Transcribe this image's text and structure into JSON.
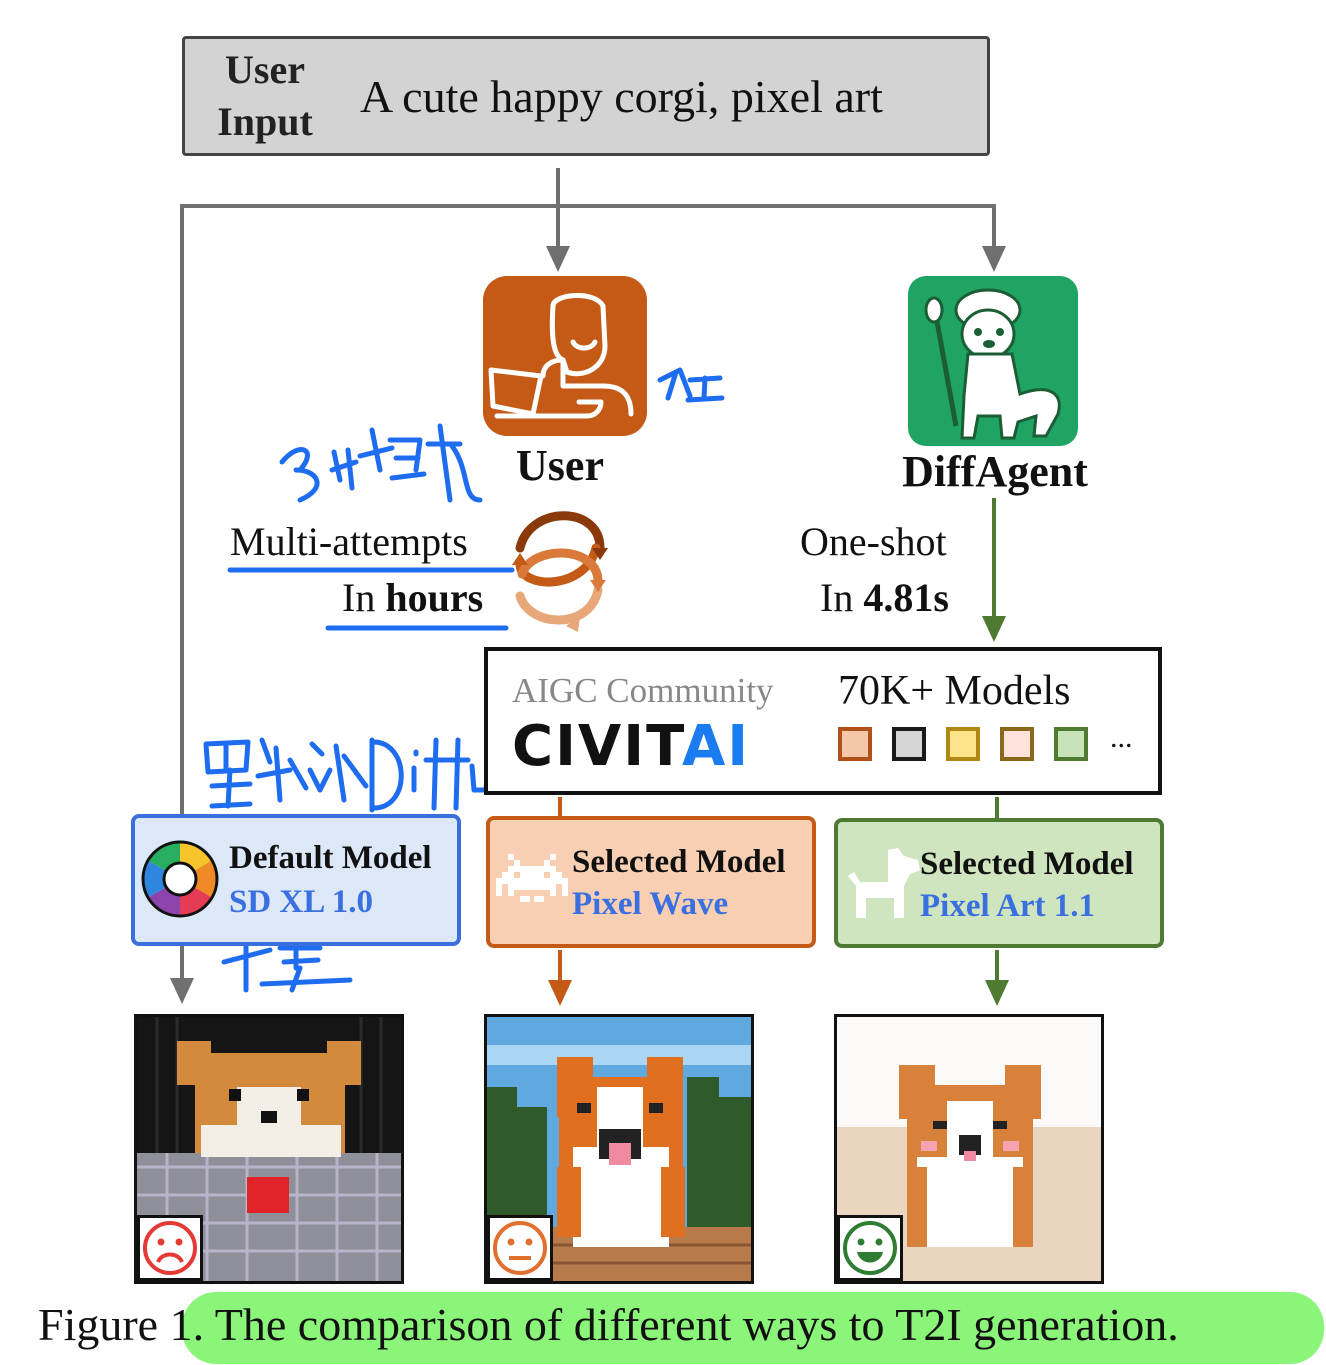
{
  "user_input": {
    "label_line1": "User",
    "label_line2": "Input",
    "prompt": "A cute happy corgi, pixel art"
  },
  "nodes": {
    "user": {
      "label": "User",
      "icon": "person-laptop-icon",
      "color": "#c45a15"
    },
    "diffagent": {
      "label": "DiffAgent",
      "icon": "alpaca-painter-icon",
      "color": "#1fa463"
    }
  },
  "paths": {
    "user": {
      "line1": "Multi-attempts",
      "line2_prefix": "In ",
      "line2_bold": "hours"
    },
    "diffagent": {
      "line1": "One-shot",
      "line2_prefix": "In ",
      "line2_bold": "4.81s"
    }
  },
  "community": {
    "title": "AIGC Community",
    "logo_text_a": "CIVIT",
    "logo_text_b": "AI",
    "models_count": "70K+ Models",
    "ellipsis": "...",
    "swatches": [
      {
        "fill": "#f4c7ab",
        "border": "#b0501a"
      },
      {
        "fill": "#d6d6d6",
        "border": "#1a1a1a"
      },
      {
        "fill": "#fde58e",
        "border": "#b08a14"
      },
      {
        "fill": "#fde3dc",
        "border": "#8a6a1a"
      },
      {
        "fill": "#c8e3b8",
        "border": "#4f7a32"
      }
    ]
  },
  "models": [
    {
      "title": "Default Model",
      "name": "SD XL 1.0",
      "icon": "color-wheel-icon",
      "bg": "#dce8f8",
      "border": "#3a6fe0"
    },
    {
      "title": "Selected Model",
      "name": "Pixel Wave",
      "icon": "space-invader-icon",
      "bg": "#f8cfb3",
      "border": "#c45a15"
    },
    {
      "title": "Selected Model",
      "name": "Pixel Art 1.1",
      "icon": "dog-icon",
      "bg": "#cfe5bf",
      "border": "#4f7a32"
    }
  ],
  "results": [
    {
      "mood": "sad-face-icon",
      "mood_color": "#e53935"
    },
    {
      "mood": "neutral-face-icon",
      "mood_color": "#e07030"
    },
    {
      "mood": "happy-face-icon",
      "mood_color": "#2e7d32"
    }
  ],
  "caption": {
    "prefix": "Figure 1. The comparison of ",
    "underlined": "different ways to T2I generation",
    "suffix": "."
  },
  "colors": {
    "gray_arrow": "#707070",
    "orange_arrow": "#c45a15",
    "green_arrow": "#4f7a32",
    "annotation_ink": "#1e6cf0",
    "caption_highlight": "#8bf57a"
  }
}
